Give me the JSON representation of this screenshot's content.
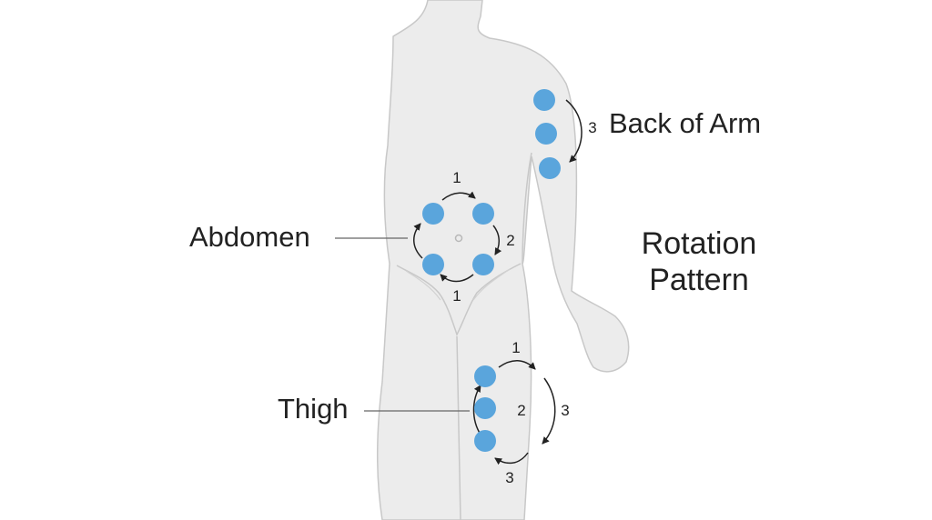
{
  "colors": {
    "site_dot": "#5aa5dc",
    "body_fill": "#ececec",
    "body_stroke": "#c8c8c8",
    "text": "#222222"
  },
  "title": {
    "line1": "Rotation",
    "line2": "Pattern"
  },
  "regions": {
    "arm": {
      "label": "Back of Arm",
      "sites": 3,
      "steps": [
        "3"
      ]
    },
    "abdomen": {
      "label": "Abdomen",
      "sites": 4,
      "steps": [
        "1",
        "2",
        "1"
      ]
    },
    "thigh": {
      "label": "Thigh",
      "sites": 3,
      "steps": [
        "1",
        "2",
        "3",
        "3"
      ]
    }
  }
}
